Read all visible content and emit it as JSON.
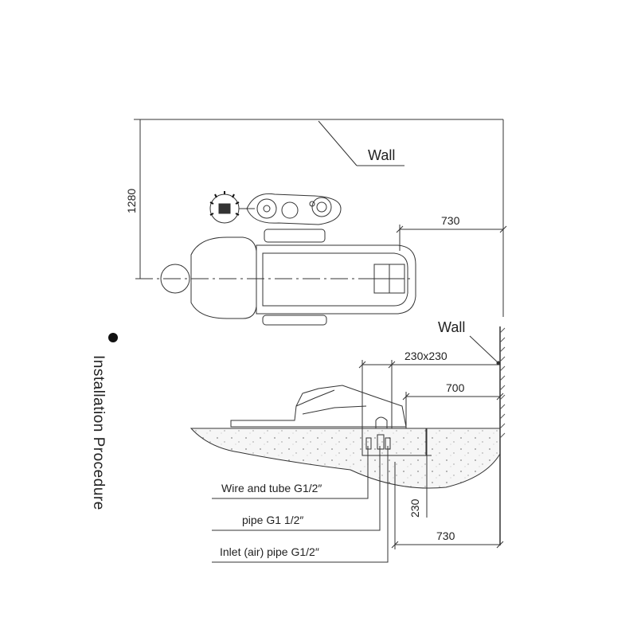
{
  "section": {
    "title": "Installation Procedure"
  },
  "top_view": {
    "wall_label": "Wall",
    "dim_height": "1280",
    "dim_offset": "730"
  },
  "side_view": {
    "wall_label": "Wall",
    "dim_box": "230x230",
    "dim_700": "700",
    "dim_230": "230",
    "dim_730": "730",
    "callouts": [
      "Wire and tube G1/2″",
      "pipe G1 1/2″",
      "Inlet (air) pipe G1/2″"
    ]
  }
}
